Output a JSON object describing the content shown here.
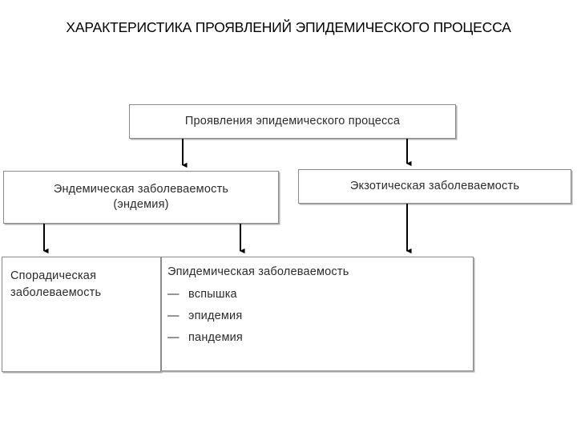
{
  "slide": {
    "title": "ХАРАКТЕРИСТИКА ПРОЯВЛЕНИЙ ЭПИДЕМИЧЕСКОГО ПРОЦЕССА",
    "background_color": "#ffffff",
    "text_color": "#000000",
    "box_border_color": "#8a8a8a",
    "box_text_color": "#2b2b2b",
    "connector_color": "#000000"
  },
  "diagram": {
    "type": "flowchart",
    "nodes": [
      {
        "id": "root",
        "label": "Проявления эпидемического процесса",
        "level": 0
      },
      {
        "id": "endemic",
        "label": "Эндемическая  заболеваемость\n(эндемия)",
        "level": 1
      },
      {
        "id": "exotic",
        "label": "Экзотическая  заболеваемость",
        "level": 1
      },
      {
        "id": "sporadic",
        "label": "Спорадическая\nзаболеваемость",
        "level": 2
      },
      {
        "id": "epidemic",
        "label": "Эпидемическая  заболеваемость",
        "level": 2
      }
    ],
    "epidemic_items": [
      {
        "dash": "—",
        "label": "вспышка"
      },
      {
        "dash": "—",
        "label": "эпидемия"
      },
      {
        "dash": "—",
        "label": "пандемия"
      }
    ],
    "edges": [
      {
        "from": "root",
        "to": "endemic"
      },
      {
        "from": "root",
        "to": "exotic"
      },
      {
        "from": "endemic",
        "to": "sporadic"
      },
      {
        "from": "endemic",
        "to": "epidemic"
      },
      {
        "from": "exotic",
        "to": "epidemic"
      }
    ]
  }
}
